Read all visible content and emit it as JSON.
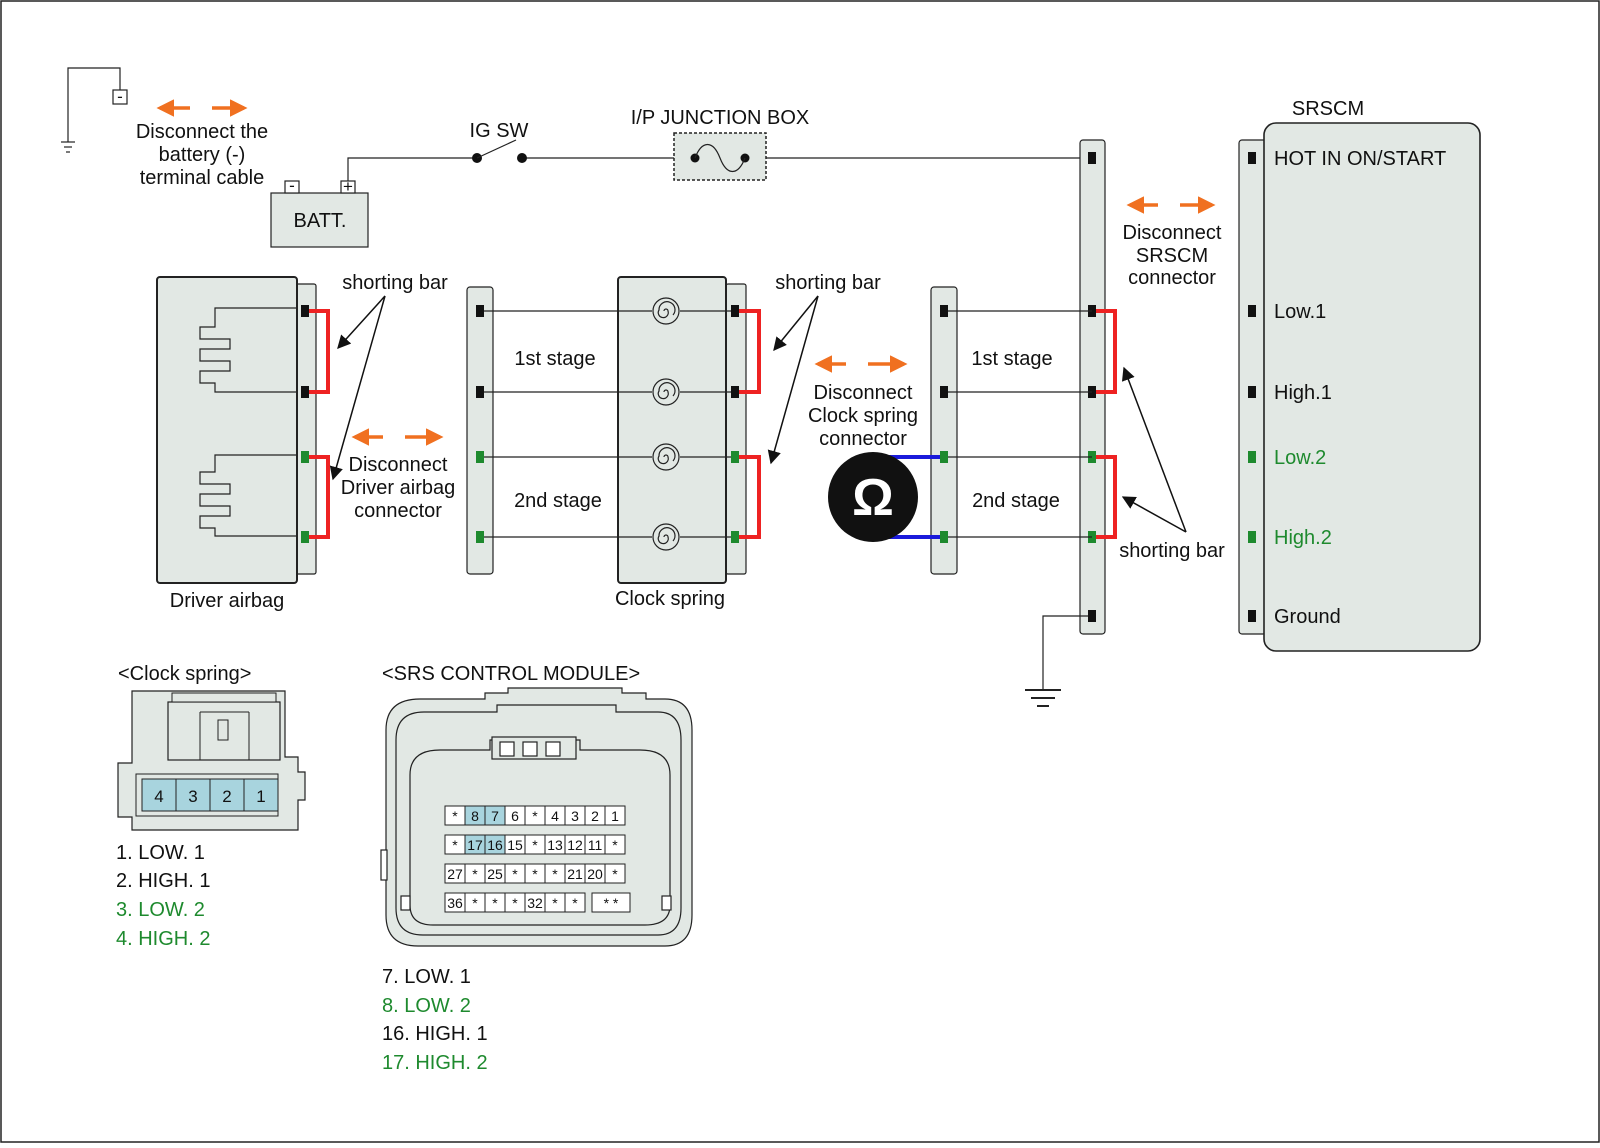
{
  "colors": {
    "shorting_bar": "#ee2222",
    "ohm_lead": "#1a1adb",
    "arrow": "#f07020",
    "green_text": "#1e8a2e",
    "pin_black": "#111111",
    "pin_green": "#1e8a2e",
    "connector_fill": "#e2e8e4",
    "pin_highlight": "#a8d4de"
  },
  "icons": [
    "ground-symbol-icon",
    "switch-icon",
    "fuse-icon",
    "ohmmeter-icon",
    "disconnect-arrow-icon"
  ],
  "labels": {
    "disconnect_battery": [
      "Disconnect the",
      "battery (-)",
      "terminal cable"
    ],
    "battery": "BATT.",
    "battery_minus": "-",
    "battery_plus": "+",
    "ground_minus": "-",
    "ig_sw": "IG SW",
    "junction_box": "I/P JUNCTION BOX",
    "srscm_title": "SRSCM",
    "disconnect_srscm": [
      "Disconnect",
      "SRSCM",
      "connector"
    ],
    "shorting_bar": "shorting bar",
    "first_stage": "1st stage",
    "second_stage": "2nd stage",
    "disconnect_driver": [
      "Disconnect",
      "Driver airbag",
      "connector"
    ],
    "disconnect_clock": [
      "Disconnect",
      "Clock spring",
      "connector"
    ],
    "ohm_symbol": "Ω",
    "driver_airbag": "Driver airbag",
    "clock_spring": "Clock spring"
  },
  "srscm_terminals": [
    {
      "label": "HOT IN ON/START",
      "color": "black"
    },
    {
      "label": "Low.1",
      "color": "black"
    },
    {
      "label": "High.1",
      "color": "black"
    },
    {
      "label": "Low.2",
      "color": "green"
    },
    {
      "label": "High.2",
      "color": "green"
    },
    {
      "label": "Ground",
      "color": "black"
    }
  ],
  "clock_spring_connector": {
    "title": "<Clock spring>",
    "pins": [
      "4",
      "3",
      "2",
      "1"
    ],
    "legend": [
      {
        "text": "1. LOW. 1",
        "color": "black"
      },
      {
        "text": "2. HIGH. 1",
        "color": "black"
      },
      {
        "text": "3. LOW. 2",
        "color": "green"
      },
      {
        "text": "4. HIGH. 2",
        "color": "green"
      }
    ]
  },
  "srs_module_connector": {
    "title": "<SRS CONTROL MODULE>",
    "rows": [
      [
        "*",
        "8",
        "7",
        "6",
        "*",
        "4",
        "3",
        "2",
        "1"
      ],
      [
        "*",
        "17",
        "16",
        "15",
        "*",
        "13",
        "12",
        "11",
        "*"
      ],
      [
        "27",
        "*",
        "25",
        "*",
        "*",
        "*",
        "21",
        "20",
        "*"
      ],
      [
        "36",
        "*",
        "*",
        "*",
        "32",
        "*",
        "*",
        "",
        "* *"
      ]
    ],
    "highlighted": [
      "8",
      "7",
      "17",
      "16"
    ],
    "legend": [
      {
        "text": "7. LOW. 1",
        "color": "black"
      },
      {
        "text": "8. LOW. 2",
        "color": "green"
      },
      {
        "text": "16. HIGH. 1",
        "color": "black"
      },
      {
        "text": "17. HIGH. 2",
        "color": "green"
      }
    ]
  }
}
